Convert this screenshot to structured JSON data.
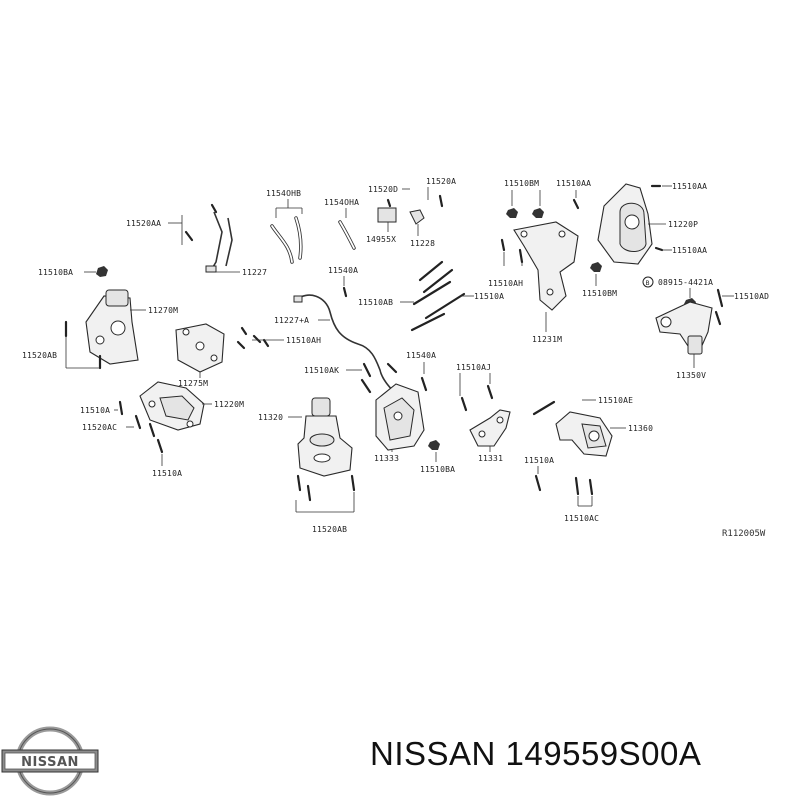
{
  "labels": {
    "l11520AA": "11520AA",
    "l1154OHB": "1154OHB",
    "l1154OHA": "1154OHA",
    "l11520D": "11520D",
    "l11520A": "11520A",
    "l11510BM_top": "11510BM",
    "l11510AA_top": "11510AA",
    "l11510AA_right1": "11510AA",
    "l11220P": "11220P",
    "l11510AA_right2": "11510AA",
    "l14955X": "14955X",
    "l11228": "11228",
    "l11227": "11227",
    "l11510BA_left": "11510BA",
    "l11540A_top": "11540A",
    "l11510AB": "11510AB",
    "l11510A_mid": "11510A",
    "l11510AH_small": "11510AH",
    "l11510BM_mid": "11510BM",
    "l08915": "08915-4421A",
    "l11510AD": "11510AD",
    "l11270M": "11270M",
    "l11227A": "11227+A",
    "l11510AH": "11510AH",
    "l11231M": "11231M",
    "l11520AB_left": "11520AB",
    "l11275M": "11275M",
    "l11510AK": "11510AK",
    "l11540A_mid": "11540A",
    "l11510AJ": "11510AJ",
    "l11350V": "11350V",
    "l11510A_left": "11510A",
    "l11220M": "11220M",
    "l11510AE": "11510AE",
    "l11520AC": "11520AC",
    "l11320": "11320",
    "l11360": "11360",
    "l11333": "11333",
    "l11331": "11331",
    "l11510A_bl": "11510A",
    "l11510BA_bot": "11510BA",
    "l11510A_br": "11510A",
    "l11520AB_bot": "11520AB",
    "l11510AC": "11510AC",
    "ref_code": "R112005W"
  },
  "brand": {
    "logo_text": "NISSAN",
    "caption": "NISSAN 149559S00A"
  },
  "colors": {
    "line": "#333333",
    "text": "#111111",
    "logo_metal": "#9a9a9a"
  }
}
